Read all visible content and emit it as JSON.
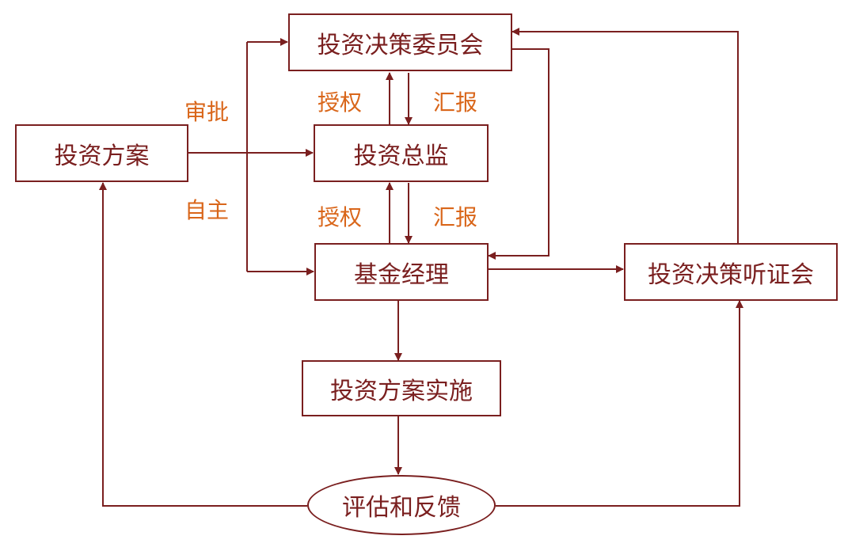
{
  "nodes": {
    "committee": "投资决策委员会",
    "plan": "投资方案",
    "director": "投资总监",
    "manager": "基金经理",
    "hearing": "投资决策听证会",
    "execution": "投资方案实施",
    "evaluation": "评估和反馈"
  },
  "labels": {
    "approve": "审批",
    "self": "自主",
    "authorize_top": "授权",
    "report_top": "汇报",
    "authorize_bottom": "授权",
    "report_bottom": "汇报"
  },
  "colors": {
    "line": "#7a1f1f",
    "node_text": "#7a1f1f",
    "label_text": "#d9661a"
  }
}
